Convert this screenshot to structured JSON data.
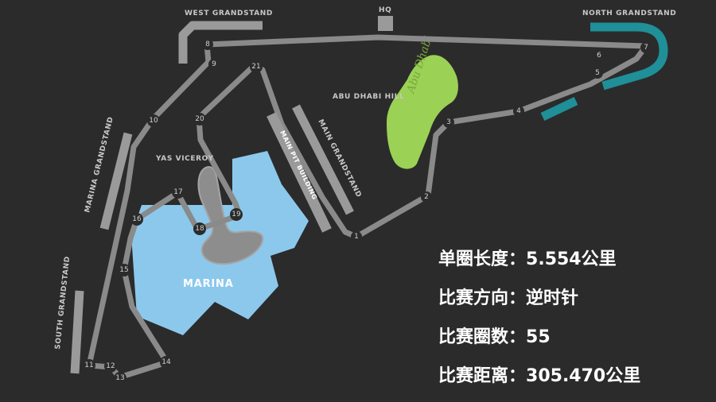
{
  "labels": {
    "west_grandstand": "WEST GRANDSTAND",
    "hq": "HQ",
    "north_grandstand": "NORTH GRANDSTAND",
    "abu_dhabi_hill": "ABU DHABI HILL",
    "main_grandstand": "MAIN GRANDSTAND",
    "main_pit_building": "MAIN PIT BUILDING",
    "yas_viceroy": "YAS VICEROY",
    "marina_grandstand": "MARINA GRANDSTAND",
    "marina": "MARINA",
    "south_grandstand": "SOUTH GRANDSTAND",
    "hill_script": "Abu Dhabi"
  },
  "turns": [
    "1",
    "2",
    "3",
    "4",
    "5",
    "6",
    "7",
    "8",
    "9",
    "10",
    "11",
    "12",
    "13",
    "14",
    "15",
    "16",
    "17",
    "18",
    "19",
    "20",
    "21"
  ],
  "stats": [
    {
      "label": "单圈长度",
      "value": "5.554公里"
    },
    {
      "label": "比赛方向",
      "value": "逆时针"
    },
    {
      "label": "比赛圈数",
      "value": "55"
    },
    {
      "label": "比赛距离",
      "value": "305.470公里"
    }
  ],
  "colors": {
    "background": "#2b2b2b",
    "track": "#8a8a8a",
    "grandstand": "#9a9a9a",
    "north_grandstand": "#1f8f98",
    "marina_water": "#8cc8ec",
    "hill": "#9bd155",
    "text": "#ffffff"
  }
}
